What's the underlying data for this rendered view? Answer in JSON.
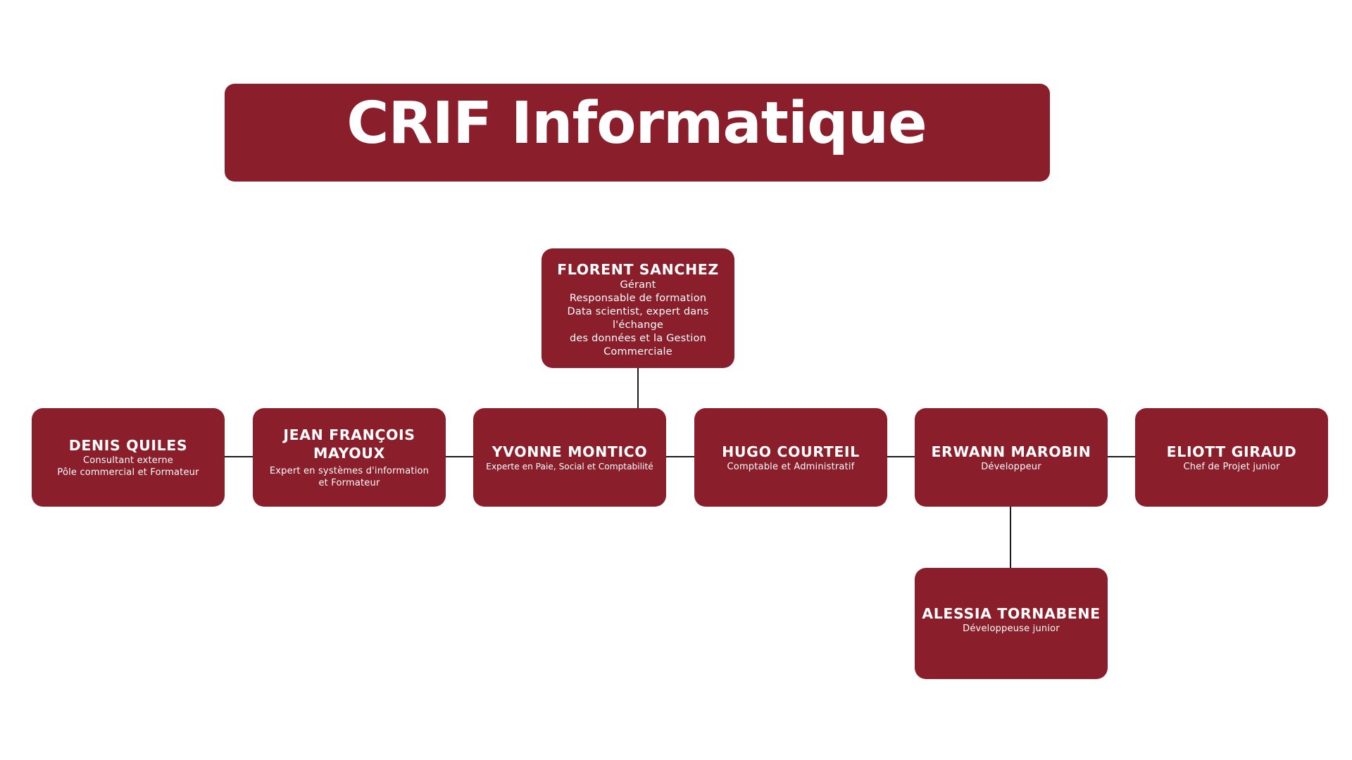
{
  "title": "CRIF Informatique",
  "colors": {
    "node_fill": "#8b1e2b",
    "text": "#ffffff",
    "connector": "#1a1a1a",
    "background": "#ffffff"
  },
  "nodes": {
    "florent": {
      "name": "FLORENT SANCHEZ",
      "role": "Gérant\nResponsable de formation\nData scientist, expert dans l'échange\ndes données et la Gestion\nCommerciale"
    },
    "denis": {
      "name": "DENIS QUILES",
      "role": "Consultant externe\nPôle commercial et Formateur"
    },
    "jean": {
      "name": "JEAN FRANÇOIS\nMAYOUX",
      "role": "Expert en systèmes d'information\net Formateur"
    },
    "yvonne": {
      "name": "YVONNE MONTICO",
      "role": "Experte en Paie, Social et Comptabilité"
    },
    "hugo": {
      "name": "HUGO COURTEIL",
      "role": "Comptable et Administratif"
    },
    "erwann": {
      "name": "ERWANN MAROBIN",
      "role": "Développeur"
    },
    "eliott": {
      "name": "ELIOTT GIRAUD",
      "role": "Chef de Projet junior"
    },
    "alessia": {
      "name": "ALESSIA TORNABENE",
      "role": "Développeuse junior"
    }
  }
}
